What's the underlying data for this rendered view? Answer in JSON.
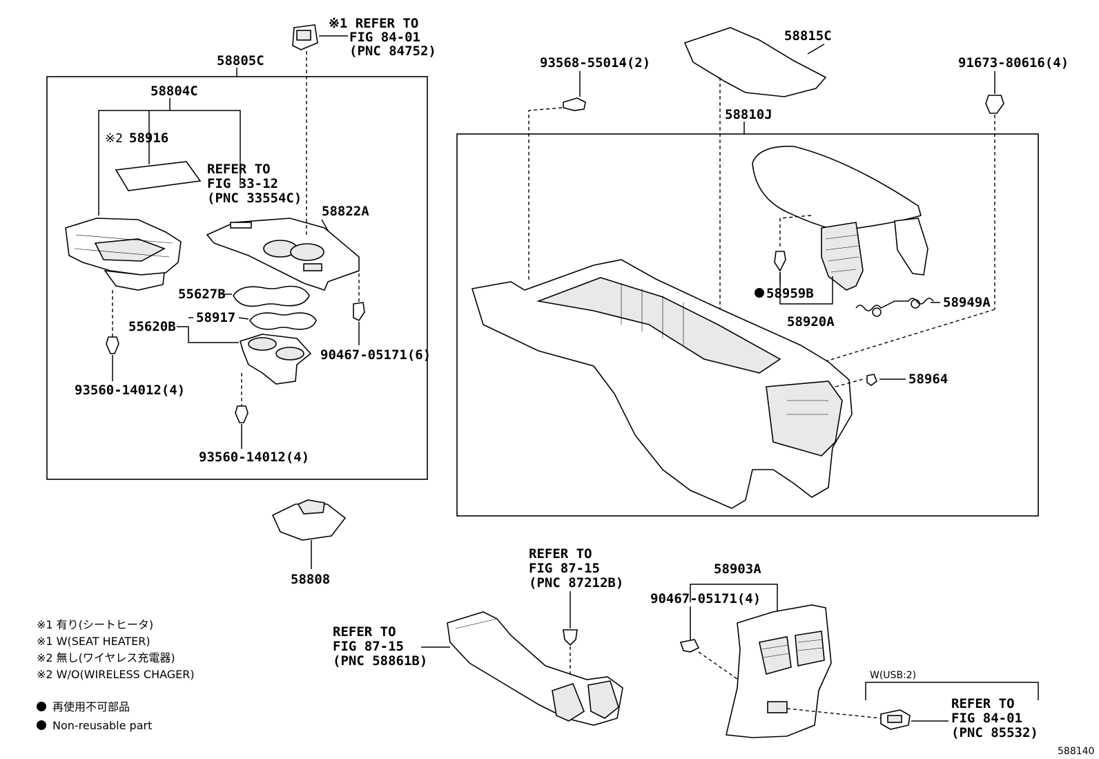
{
  "diagram_id": "588140",
  "part_numbers": {
    "p58805C": "58805C",
    "p58804C": "58804C",
    "p58916": "58916",
    "p58916_mark": "※2",
    "p58822A": "58822A",
    "p55627B": "55627B",
    "p55620B": "55620B",
    "p58917": "58917",
    "p93560_a": "93560-14012(4)",
    "p93560_b": "93560-14012(4)",
    "p90467_a": "90467-05171(6)",
    "p58808": "58808",
    "p58815C": "58815C",
    "p93568": "93568-55014(2)",
    "p91673": "91673-80616(4)",
    "p58810J": "58810J",
    "p58959B": "58959B",
    "p58920A": "58920A",
    "p58949A": "58949A",
    "p58964": "58964",
    "p58903A": "58903A",
    "p90467_b": "90467-05171(4)"
  },
  "refs": {
    "r1": {
      "line1": "※1 REFER TO",
      "line2": "FIG 84-01",
      "line3": "(PNC 84752)"
    },
    "r2": {
      "line1": "REFER TO",
      "line2": "FIG 33-12",
      "line3": "(PNC 33554C)"
    },
    "r3": {
      "line1": "REFER TO",
      "line2": "FIG 87-15",
      "line3": "(PNC 87212B)"
    },
    "r4": {
      "line1": "REFER TO",
      "line2": "FIG 87-15",
      "line3": "(PNC 58861B)"
    },
    "r5": {
      "line1": "REFER TO",
      "line2": "FIG 84-01",
      "line3": "(PNC 85532)"
    }
  },
  "usb_label": "W(USB:2)",
  "notes": [
    "※1 有り(シートヒータ)",
    "※1 W(SEAT HEATER)",
    "※2 無し(ワイヤレス充電器)",
    "※2 W/O(WIRELESS CHAGER)"
  ],
  "legend": [
    "再使用不可部品",
    "Non-reusable part"
  ]
}
